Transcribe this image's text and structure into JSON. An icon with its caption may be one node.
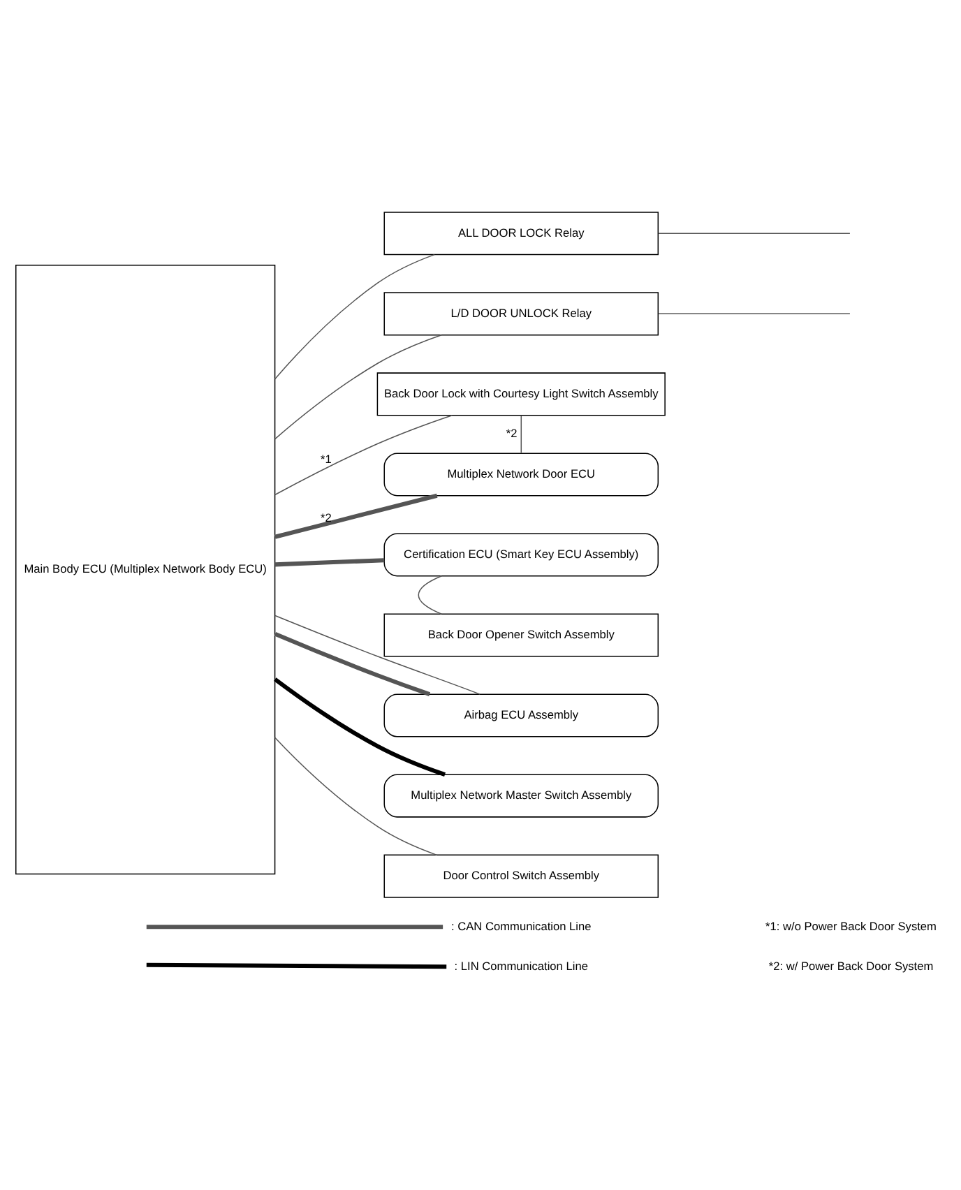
{
  "diagram": {
    "nodes": [
      {
        "text": [
          "Main Body ECU (Multiplex Network Body ECU)"
        ]
      },
      {
        "text": [
          "ALL DOOR LOCK Relay"
        ]
      },
      {
        "text": [
          "L/D DOOR UNLOCK Relay"
        ]
      },
      {
        "text": [
          "Back Door Lock with Courtesy Light Switch Assembly"
        ]
      },
      {
        "text": [
          "Multiplex Network Door ECU"
        ]
      },
      {
        "text": [
          "Certification ECU (Smart Key ECU Assembly)"
        ]
      },
      {
        "text": [
          "Back Door Opener Switch Assembly"
        ]
      },
      {
        "text": [
          "Airbag ECU Assembly"
        ]
      },
      {
        "text": [
          "Multiplex Network Master Switch Assembly"
        ]
      },
      {
        "text": [
          "Door Control Switch Assembly"
        ]
      }
    ],
    "edges": [
      {
        "from": 1,
        "to": null,
        "arrow": "none"
      },
      {
        "from": 0,
        "to": 1,
        "arrow": "none"
      },
      {
        "from": 0,
        "to": 2,
        "arrow": "none"
      },
      {
        "from": 2,
        "to": null,
        "arrow": "none"
      },
      {
        "from": 0,
        "to": 3,
        "arrow": "none",
        "label": "*1"
      },
      {
        "from": 3,
        "to": 4,
        "arrow": "none",
        "label": "*2"
      },
      {
        "from": 0,
        "to": 4,
        "arrow": "none",
        "label": "*2",
        "style": "thick"
      },
      {
        "from": 0,
        "to": 5,
        "arrow": "none",
        "style": "thick"
      },
      {
        "from": 5,
        "to": 6,
        "arrow": "none"
      },
      {
        "from": 0,
        "to": 7,
        "arrow": "none",
        "style": "thick"
      },
      {
        "from": 0,
        "to": 7,
        "arrow": "none"
      },
      {
        "from": 0,
        "to": 8,
        "arrow": "none",
        "style": "thick",
        "color": "#000000"
      },
      {
        "from": 0,
        "to": 9,
        "arrow": "none"
      }
    ],
    "labels": [
      "*1: w/o Power Back Door System",
      "*2: w/ Power Back Door System"
    ],
    "legend": [
      {
        "text": ": CAN Communication Line"
      },
      {
        "text": ": LIN Communication Line"
      }
    ]
  }
}
